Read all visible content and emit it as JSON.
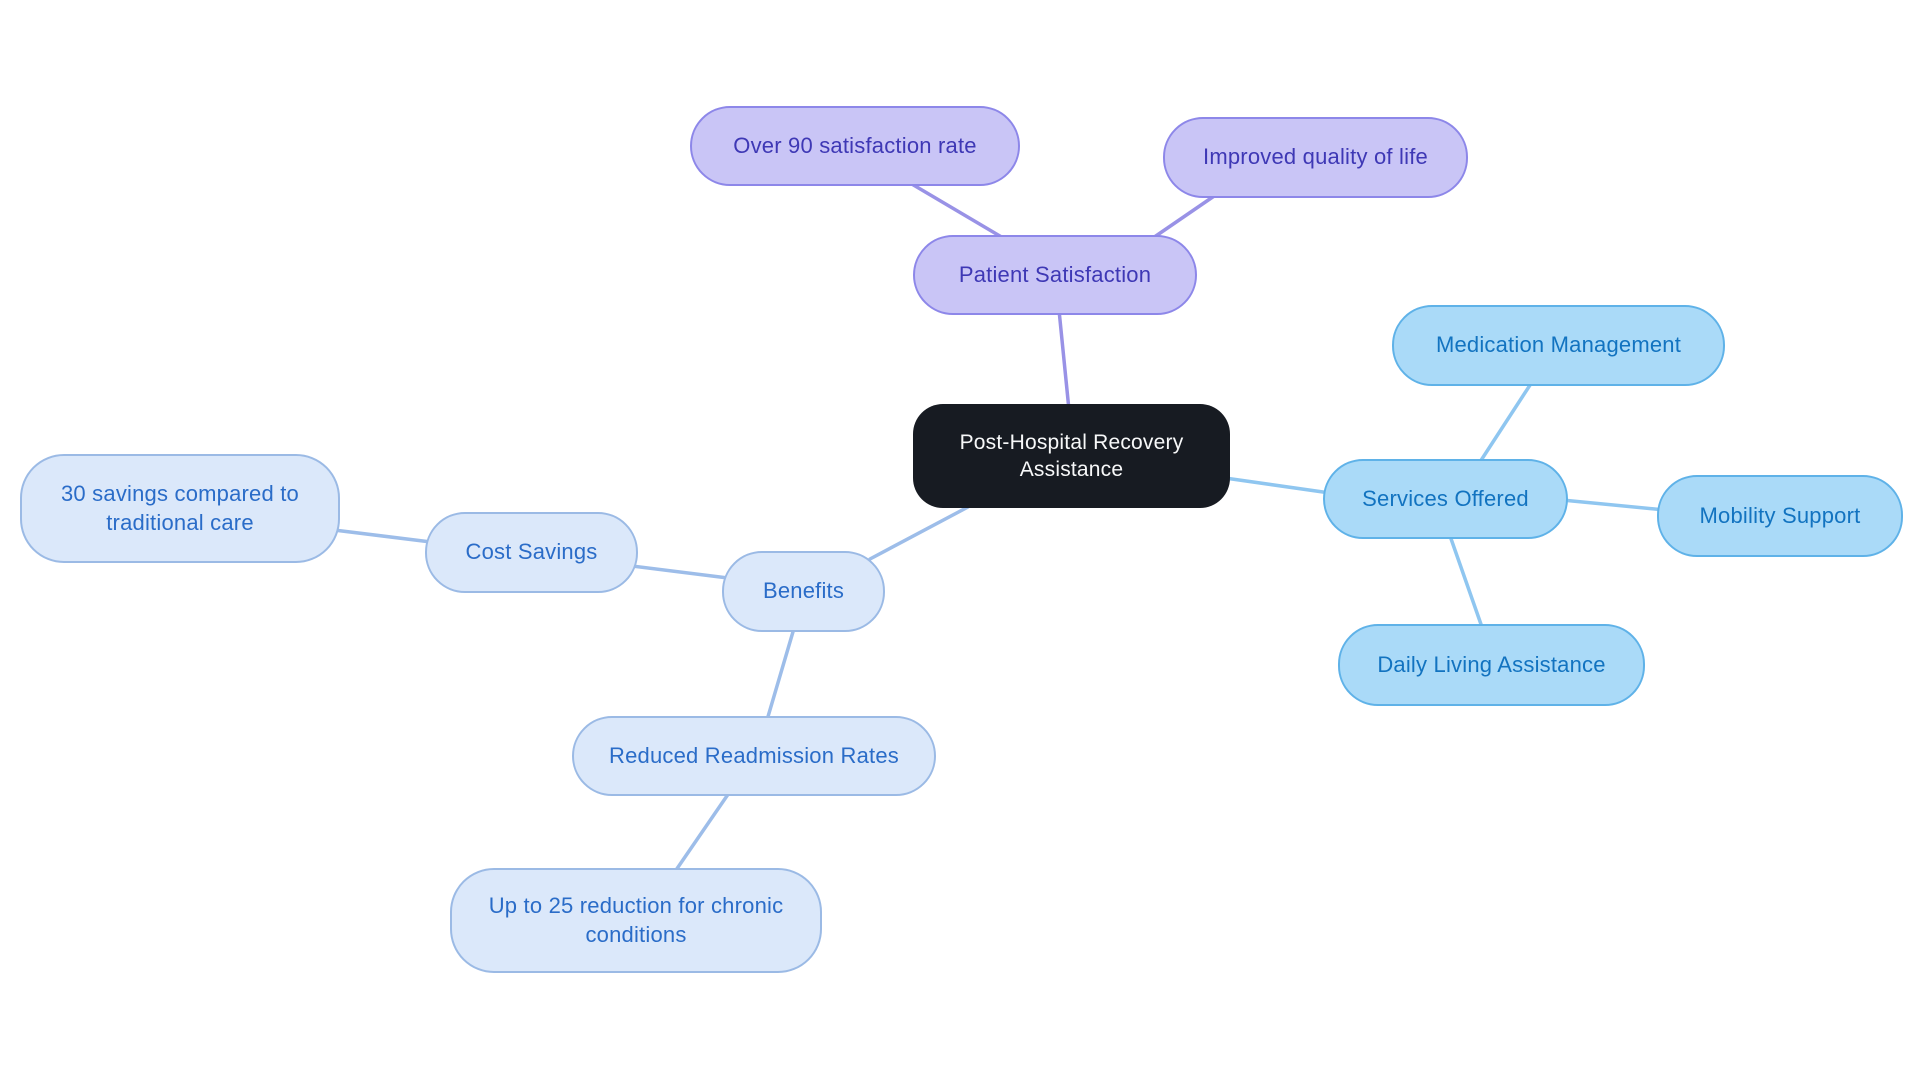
{
  "diagram": {
    "type": "mindmap",
    "title": "Post-Hospital Recovery Assistance"
  },
  "nodes": {
    "root": {
      "label": "Post-Hospital Recovery Assistance"
    },
    "patient_satisfaction": {
      "label": "Patient Satisfaction"
    },
    "satisfaction_rate": {
      "label": "Over 90 satisfaction rate"
    },
    "quality_of_life": {
      "label": "Improved quality of life"
    },
    "services_offered": {
      "label": "Services Offered"
    },
    "medication_management": {
      "label": "Medication Management"
    },
    "mobility_support": {
      "label": "Mobility Support"
    },
    "daily_living_assistance": {
      "label": "Daily Living Assistance"
    },
    "benefits": {
      "label": "Benefits"
    },
    "cost_savings": {
      "label": "Cost Savings"
    },
    "cost_savings_detail": {
      "label": "30 savings compared to traditional care"
    },
    "reduced_readmission": {
      "label": "Reduced Readmission Rates"
    },
    "readmission_detail": {
      "label": "Up to 25 reduction for chronic conditions"
    }
  },
  "edges": [
    {
      "from": "satisfaction_rate",
      "to": "patient_satisfaction"
    },
    {
      "from": "quality_of_life",
      "to": "patient_satisfaction"
    },
    {
      "from": "patient_satisfaction",
      "to": "root"
    },
    {
      "from": "root",
      "to": "services_offered"
    },
    {
      "from": "services_offered",
      "to": "medication_management"
    },
    {
      "from": "services_offered",
      "to": "mobility_support"
    },
    {
      "from": "services_offered",
      "to": "daily_living_assistance"
    },
    {
      "from": "root",
      "to": "benefits"
    },
    {
      "from": "benefits",
      "to": "cost_savings"
    },
    {
      "from": "cost_savings",
      "to": "cost_savings_detail"
    },
    {
      "from": "benefits",
      "to": "reduced_readmission"
    },
    {
      "from": "reduced_readmission",
      "to": "readmission_detail"
    }
  ],
  "colors": {
    "background": "#ffffff",
    "root_fill": "#171b22",
    "root_text": "#f7f8f9",
    "satisfaction_fill": "#c9c5f6",
    "satisfaction_border": "#8d87e9",
    "satisfaction_text": "#3e38b5",
    "satisfaction_edge": "#9992e6",
    "services_fill": "#aadaf8",
    "services_border": "#5fb2e8",
    "services_text": "#1273c0",
    "services_edge": "#8fc6f0",
    "benefits_fill": "#dbe8fa",
    "benefits_border": "#9bbae5",
    "benefits_text": "#2a6cc8",
    "benefits_edge": "#9dbde9"
  }
}
